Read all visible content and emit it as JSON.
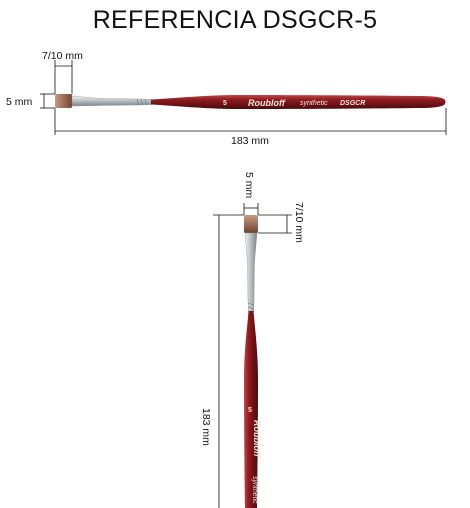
{
  "title": "REFERENCIA  DSGCR-5",
  "dimensions": {
    "head_width": "7/10 mm",
    "head_height": "5 mm",
    "total_length": "183 mm"
  },
  "handle_text": {
    "size": "5",
    "brand": "Roubloff",
    "material": "synthetic",
    "model": "DSGCR"
  },
  "colors": {
    "handle": "#8e1b1f",
    "bristle": "#9b6a50",
    "ferrule": "#c9cdd1",
    "lines": "#111111"
  }
}
